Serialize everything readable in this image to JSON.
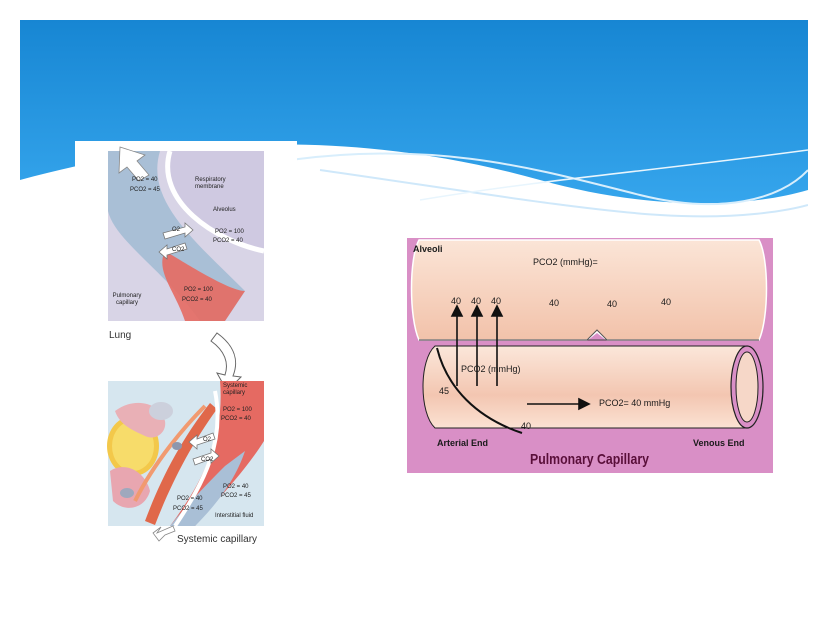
{
  "lung_panel": {
    "top_diagram": {
      "po2_blood": "PO2 = 40",
      "pco2_blood": "PCO2 = 45",
      "respiratory_membrane": "Respiratory membrane",
      "alveolus": "Alveolus",
      "po2_alveolus": "PO2 = 100",
      "pco2_alveolus": "PCO2 = 40",
      "o2_arrow": "O2",
      "co2_arrow": "CO2",
      "po2_out": "PO2 = 100",
      "pco2_out": "PCO2 = 40",
      "pulmonary_capillary": "Pulmonary capillary"
    },
    "lung_caption": "Lung",
    "bottom_diagram": {
      "systemic_capillary": "Systemic capillary",
      "po2_in": "PO2 = 100",
      "pco2_in": "PCO2 = 40",
      "o2_arrow": "O2",
      "co2_arrow": "CO2",
      "po2_tissue": "PO2 = 40",
      "pco2_tissue": "PCO2 = 45",
      "po2_out": "PO2 = 40",
      "pco2_out": "PCO2 = 45",
      "interstitial_fluid": "Interstitial fluid"
    },
    "systemic_caption": "Systemic capillary"
  },
  "pulmonary_panel": {
    "alveoli": "Alveoli",
    "pco2_header": "PCO2 (mmHg)=",
    "alveolar_values": [
      "40",
      "40",
      "40",
      "40",
      "40",
      "40"
    ],
    "pco2_blood_label": "PCO2 (mmHg)",
    "value_45": "45",
    "value_40": "40",
    "pco2_result": "PCO2= 40 mmHg",
    "arterial_end": "Arterial End",
    "venous_end": "Venous End",
    "title": "Pulmonary Capillary"
  },
  "colors": {
    "banner": "#1a8fd6",
    "capillary_blue": "#a9bfd6",
    "capillary_red": "#e56a62",
    "pulmonary_bg": "#d98fc6",
    "title_color": "#5a0f3a"
  }
}
